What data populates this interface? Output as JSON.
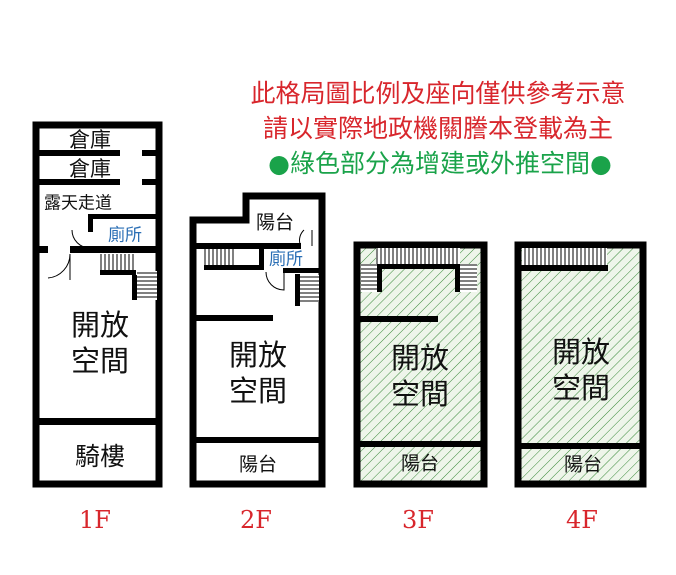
{
  "notes": {
    "line1": "此格局圖比例及座向僅供參考示意",
    "line2": "請以實際地政機關謄本登載為主",
    "line3": "●綠色部分為增建或外推空間●"
  },
  "colors": {
    "note": "#d8262c",
    "green_note": "#1aa34a",
    "hatch": "#3a8a3a",
    "hatch_bg": "#eef5ea"
  },
  "floors": [
    {
      "label": "1F",
      "rooms": {
        "storage1": "倉庫",
        "storage2": "倉庫",
        "corridor": "露天走道",
        "toilet": "廁所",
        "open1": "開放",
        "open2": "空間",
        "arcade": "騎樓"
      }
    },
    {
      "label": "2F",
      "rooms": {
        "balcony_top": "陽台",
        "toilet": "廁所",
        "open1": "開放",
        "open2": "空間",
        "balcony": "陽台"
      }
    },
    {
      "label": "3F",
      "rooms": {
        "open1": "開放",
        "open2": "空間",
        "balcony": "陽台"
      }
    },
    {
      "label": "4F",
      "rooms": {
        "open1": "開放",
        "open2": "空間",
        "balcony": "陽台"
      }
    }
  ]
}
